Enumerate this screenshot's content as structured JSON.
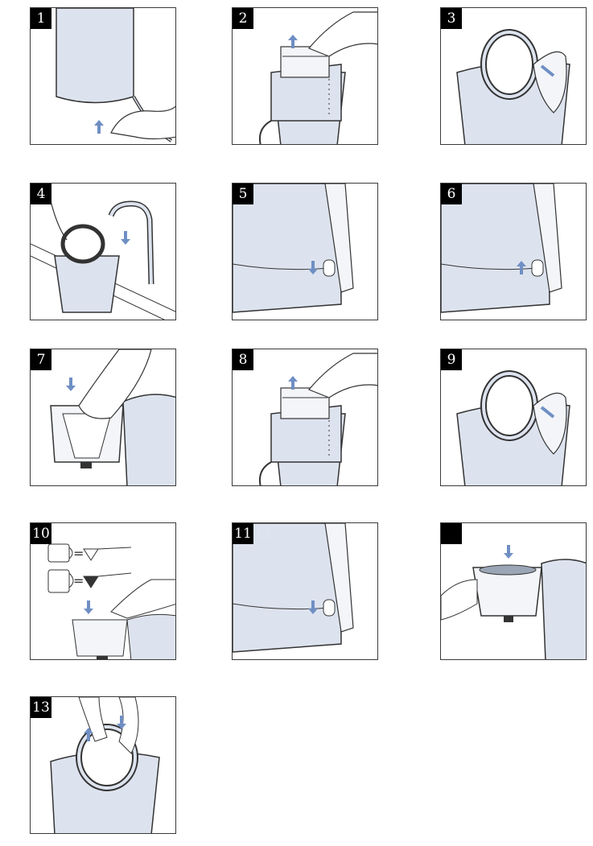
{
  "steps": [
    {
      "label": "1"
    },
    {
      "label": "2"
    },
    {
      "label": "3"
    },
    {
      "label": "4"
    },
    {
      "label": "5"
    },
    {
      "label": "6"
    },
    {
      "label": "7"
    },
    {
      "label": "8"
    },
    {
      "label": "9"
    },
    {
      "label": "10"
    },
    {
      "label": "11",
      "faint": "12"
    },
    {
      "label": ""
    },
    {
      "label": "13"
    }
  ],
  "measure_icons": {
    "equals": "="
  },
  "colors": {
    "fill": "#dde3ee",
    "line": "#333333",
    "arrow": "#6f8fc4",
    "badge": "#000000"
  }
}
